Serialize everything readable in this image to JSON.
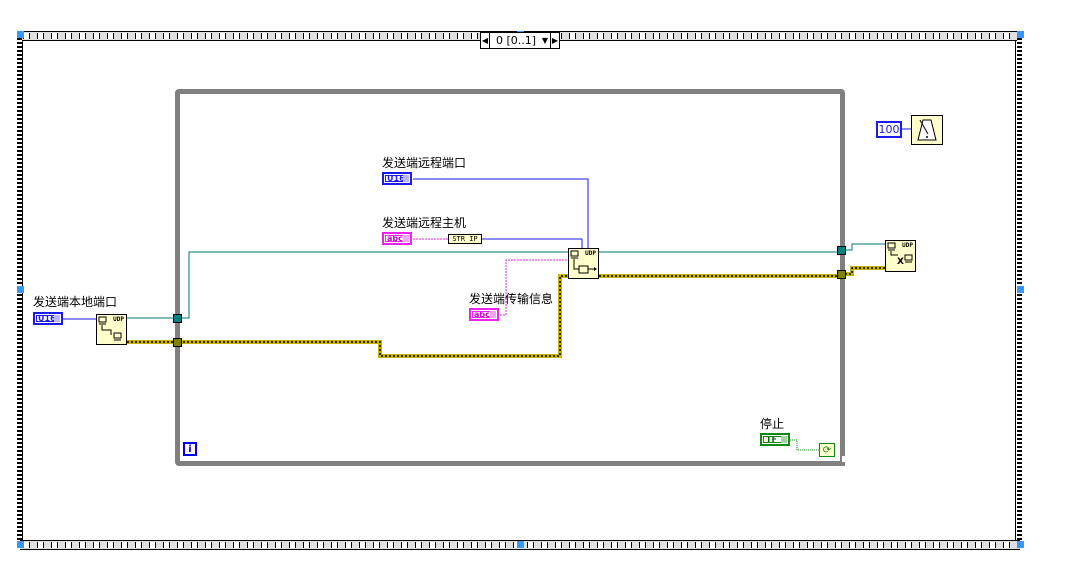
{
  "sequence": {
    "selector_label": "0 [0..1]",
    "decrement_icon": "left-arrow",
    "increment_icon": "right-arrow",
    "dropdown_icon": "chevron-down"
  },
  "while_loop": {
    "iteration_terminal": "i",
    "stop_label": "停止",
    "stop_control": "TF",
    "stop_terminal_icon": "loop-condition-continue-icon"
  },
  "controls": {
    "local_port": {
      "label": "发送端本地端口",
      "type": "U16"
    },
    "remote_port": {
      "label": "发送端远程端口",
      "type": "U16"
    },
    "remote_host": {
      "label": "发送端远程主机",
      "type": "abc"
    },
    "message": {
      "label": "发送端传输信息",
      "type": "abc"
    }
  },
  "nodes": {
    "udp_open": {
      "title": "UDP",
      "icon": "udp-open-icon"
    },
    "udp_write": {
      "title": "UDP",
      "icon": "udp-write-icon"
    },
    "udp_close": {
      "title": "UDP",
      "icon": "udp-close-icon"
    },
    "string_to_ip": {
      "label": "STR IP"
    },
    "wait_ms": {
      "constant": "100",
      "icon": "metronome-icon"
    }
  },
  "colors": {
    "u16_wire": "#1a1aee",
    "string_wire": "#ee22ee",
    "refnum_wire": "#007777",
    "error_wire": "#c8b400",
    "boolean_wire": "#118811",
    "loop_border": "#808080",
    "selection_handle": "#3399ff"
  }
}
